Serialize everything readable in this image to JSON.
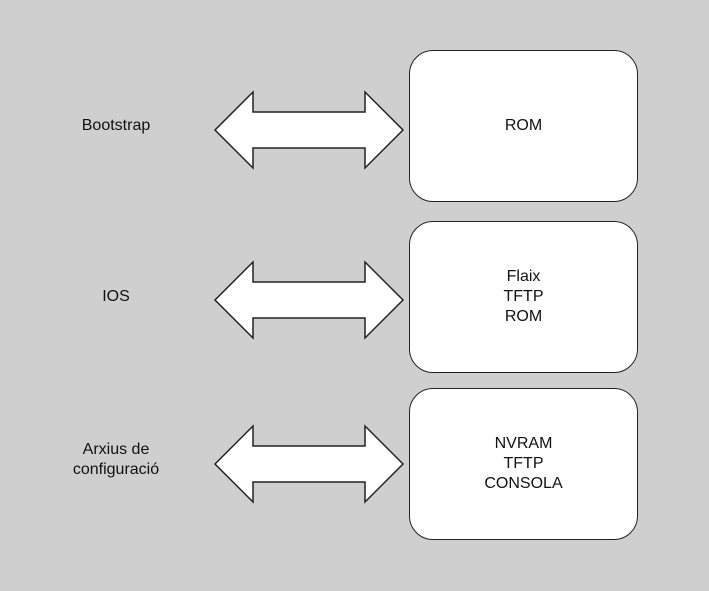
{
  "rows": [
    {
      "left_label": "Bootstrap",
      "box_lines": [
        "ROM"
      ]
    },
    {
      "left_label": "IOS",
      "box_lines": [
        "Flaix",
        "TFTP",
        "ROM"
      ]
    },
    {
      "left_label": "Arxius de\nconfiguració",
      "box_lines": [
        "NVRAM",
        "TFTP",
        "CONSOLA"
      ]
    }
  ]
}
